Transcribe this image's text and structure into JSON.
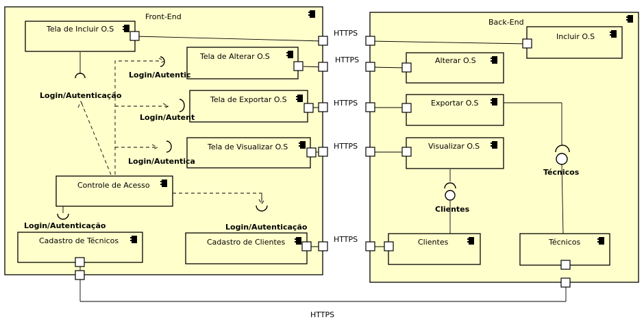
{
  "packages": {
    "frontend": "Front-End",
    "backend": "Back-End"
  },
  "frontend_components": {
    "tela_incluir": "Tela de Incluir O.S",
    "tela_alterar": "Tela de Alterar O.S",
    "tela_exportar": "Tela de Exportar O.S",
    "tela_visualizar": "Tela de Visualizar O.S",
    "controle_acesso": "Controle de Acesso",
    "cadastro_tecnicos": "Cadastro de Técnicos",
    "cadastro_clientes": "Cadastro de Clientes"
  },
  "backend_components": {
    "incluir": "Incluir O.S",
    "alterar": "Alterar O.S",
    "exportar": "Exportar O.S",
    "visualizar": "Visualizar O.S",
    "clientes": "Clientes",
    "tecnicos": "Técnicos"
  },
  "connectors": {
    "https_1": "HTTPS",
    "https_2": "HTTPS",
    "https_3": "HTTPS",
    "https_4": "HTTPS",
    "https_5": "HTTPS",
    "https_bottom": "HTTPS"
  },
  "interfaces": {
    "login_incluir": "Login/Autenticação",
    "login_alterar": "Login/Autentic",
    "login_exportar": "Login/Autent",
    "login_visualizar": "Login/Autentica",
    "login_tecnicos": "Login/Autenticação",
    "login_clientes": "Login/Autenticação",
    "clientes_iface": "Clientes",
    "tecnicos_iface": "Técnicos"
  },
  "icon": "uml-component-icon"
}
